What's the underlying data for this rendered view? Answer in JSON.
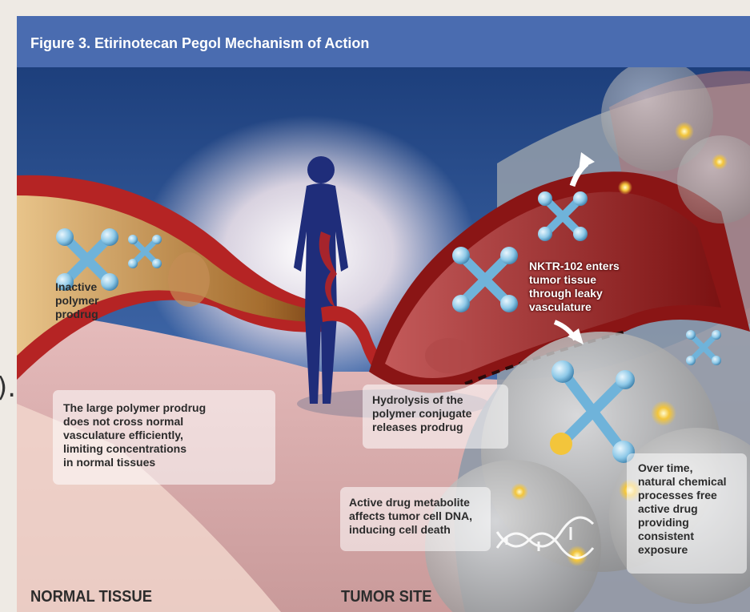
{
  "figure": {
    "title": "Figure 3. Etirinotecan Pegol Mechanism of Action",
    "edge_glyph": ")."
  },
  "labels": {
    "inactive_prodrug": [
      "Inactive",
      "polymer",
      "prodrug"
    ],
    "normal_note": [
      "The large polymer prodrug",
      "does not cross normal",
      "vasculature efficiently,",
      "limiting concentrations",
      "in normal tissues"
    ],
    "nktr_enters": [
      "NKTR-102 enters",
      "tumor tissue",
      "through leaky",
      "vasculature"
    ],
    "hydrolysis": [
      "Hydrolysis of the",
      "polymer conjugate",
      "releases prodrug"
    ],
    "active_metabolite": [
      "Active drug metabolite",
      "affects tumor cell DNA,",
      "inducing cell death"
    ],
    "over_time": [
      "Over time,",
      "natural chemical",
      "processes free",
      "active drug",
      "providing",
      "consistent",
      "exposure"
    ]
  },
  "regions": {
    "normal": "NORMAL TISSUE",
    "tumor": "TUMOR SITE"
  },
  "colors": {
    "title_bar": "#4a6cb0",
    "sky_top": "#1d3f7c",
    "vessel_red": "#9c1e1e",
    "molecule_blue": "#8ec9e8",
    "tumor_cell_gray": "#b9b9b9"
  }
}
